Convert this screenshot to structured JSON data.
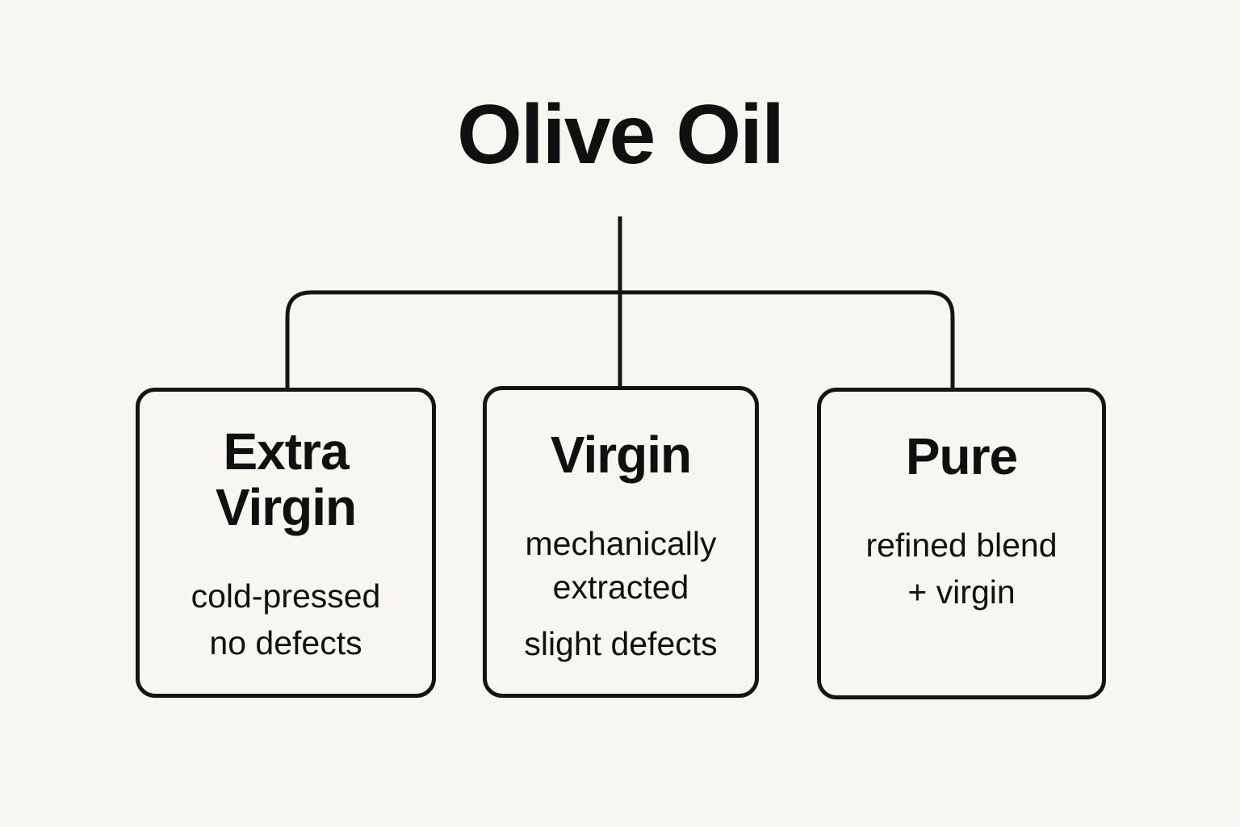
{
  "colors": {
    "background": "#f8f6f1",
    "line": "#141414",
    "text": "#101010"
  },
  "diagram": {
    "title": "Olive Oil",
    "nodes": [
      {
        "id": "extra-virgin",
        "title": "Extra Virgin",
        "desc_lines": [
          "cold-pressed",
          "no defects"
        ]
      },
      {
        "id": "virgin",
        "title": "Virgin",
        "desc_lines": [
          "mechanically extracted",
          "slight defects"
        ]
      },
      {
        "id": "pure",
        "title": "Pure",
        "desc_lines": [
          "refined blend",
          "+ virgin"
        ]
      }
    ]
  }
}
